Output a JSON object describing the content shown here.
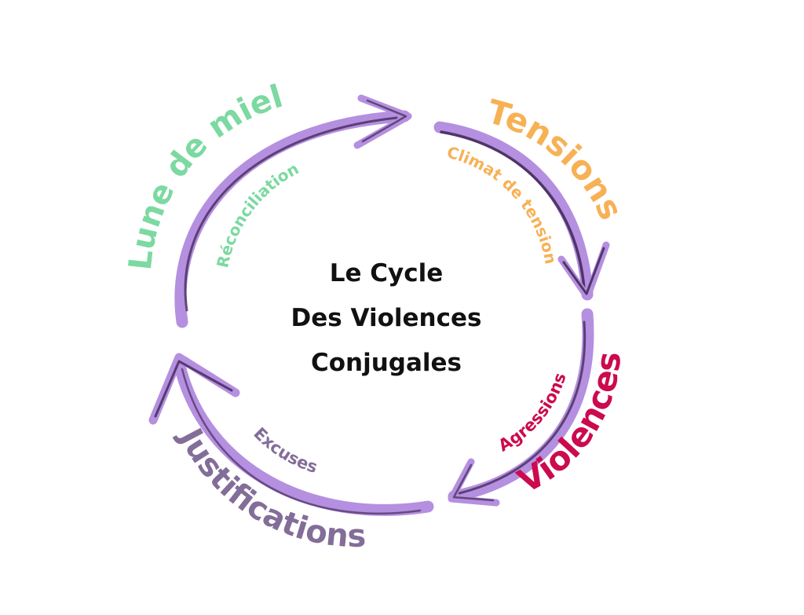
{
  "center_title": {
    "line1": "Le Cycle",
    "line2": "Des Violences",
    "line3": "Conjugales"
  },
  "phases": [
    {
      "title": "Tensions",
      "subtitle": "Climat de tension",
      "color": "#F7B155"
    },
    {
      "title": "Violences",
      "subtitle": "Agressions",
      "color": "#CC0A4E"
    },
    {
      "title": "Justifications",
      "subtitle": "Excuses",
      "color": "#836D99"
    },
    {
      "title": "Lune de miel",
      "subtitle": "Réconciliation",
      "color": "#7CD9A1"
    }
  ],
  "arrow_colors": {
    "main": "#B58FE0",
    "dark": "#3E2652"
  }
}
